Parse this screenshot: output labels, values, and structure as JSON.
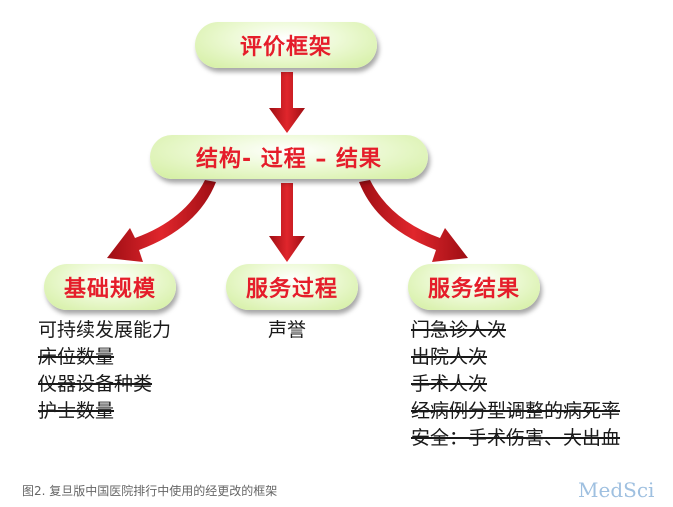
{
  "diagram": {
    "title": "评价框架",
    "sp_model": "结构- 过程 – 结果",
    "categories": [
      {
        "label": "基础规模",
        "items": [
          {
            "text": "可持续发展能力",
            "struck": false
          },
          {
            "text": "床位数量",
            "struck": true
          },
          {
            "text": "仪器设备种类",
            "struck": true
          },
          {
            "text": "护士数量",
            "struck": true
          }
        ]
      },
      {
        "label": "服务过程",
        "items": [
          {
            "text": "声誉",
            "struck": false
          }
        ]
      },
      {
        "label": "服务结果",
        "items": [
          {
            "text": "门急诊人次",
            "struck": true
          },
          {
            "text": "出院人次",
            "struck": true
          },
          {
            "text": "手术人次",
            "struck": true
          },
          {
            "text": "经病例分型调整的病死率",
            "struck": true
          },
          {
            "text": "安全：手术伤害、大出血",
            "struck": true
          }
        ]
      }
    ]
  },
  "caption": "图2. 复旦版中国医院排行中使用的经更改的框架",
  "watermark": "MedSci",
  "colors": {
    "arrow": "#c4161c",
    "node_text": "#e51d2a",
    "node_fill": "#d2ee9e"
  }
}
